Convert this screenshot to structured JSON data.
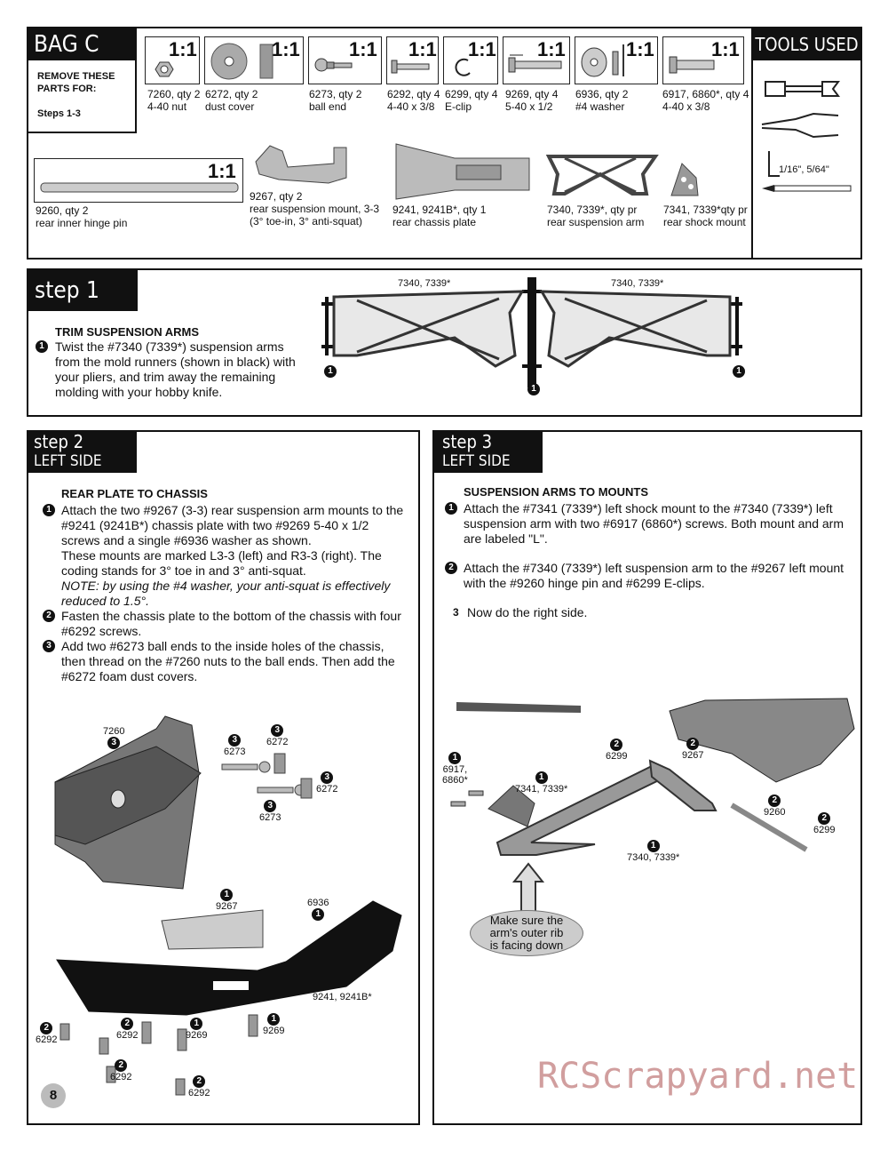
{
  "bag": {
    "title": "BAG C",
    "remove_label": "REMOVE THESE PARTS FOR:",
    "steps_label": "Steps 1-3",
    "scale": "1:1",
    "parts_row1": [
      {
        "line1": "7260, qty 2",
        "line2": "4-40 nut"
      },
      {
        "line1": "6272, qty 2",
        "line2": "dust cover"
      },
      {
        "line1": "6273, qty 2",
        "line2": "ball end"
      },
      {
        "line1": "6292, qty 4",
        "line2": "4-40 x 3/8"
      },
      {
        "line1": "6299, qty 4",
        "line2": "E-clip"
      },
      {
        "line1": "9269, qty 4",
        "line2": "5-40 x 1/2"
      },
      {
        "line1": "6936, qty 2",
        "line2": "#4 washer"
      },
      {
        "line1": "6917, 6860*, qty 4",
        "line2": "4-40 x 3/8"
      }
    ],
    "parts_row2": [
      {
        "line1": "9260, qty 2",
        "line2": "rear inner hinge pin",
        "line3": ""
      },
      {
        "line1": "9267, qty 2",
        "line2": "rear suspension mount, 3-3",
        "line3": "(3° toe-in, 3° anti-squat)"
      },
      {
        "line1": "9241,  9241B*, qty 1",
        "line2": "rear chassis plate",
        "line3": ""
      },
      {
        "line1": "7340, 7339*, qty pr",
        "line2": "rear suspension arm",
        "line3": ""
      },
      {
        "line1": "7341, 7339*qty pr",
        "line2": "rear shock mount",
        "line3": ""
      }
    ]
  },
  "tools": {
    "title": "TOOLS USED",
    "hex_label": "1/16\", 5/64\""
  },
  "step1": {
    "title": "step 1",
    "heading": "TRIM SUSPENSION ARMS",
    "marker": "1",
    "text": "Twist the #7340 (7339*) suspension arms from the mold runners (shown in black) with your pliers, and trim away the remaining molding with your hobby knife.",
    "arm_label_left": "7340, 7339*",
    "arm_label_right": "7340, 7339*"
  },
  "step2": {
    "title": "step 2",
    "subtitle": "LEFT SIDE",
    "heading": "REAR PLATE TO CHASSIS",
    "items": [
      {
        "n": "1",
        "text": "Attach the two #9267 (3-3) rear suspension arm mounts to the #9241 (9241B*) chassis plate with two #9269 5-40 x 1/2 screws and a single #6936 washer as shown.",
        "extra": "These mounts are marked L3-3 (left) and R3-3 (right). The coding stands for 3° toe in and 3° anti-squat.",
        "note": "NOTE: by using the #4 washer, your anti-squat is effectively reduced to 1.5°."
      },
      {
        "n": "2",
        "text": "Fasten the chassis plate to the bottom of the chassis with four #6292 screws.",
        "extra": "",
        "note": ""
      },
      {
        "n": "3",
        "text": "Add two #6273 ball ends to the inside holes of the chassis, then thread on the #7260 nuts to the ball ends. Then add the #6272 foam dust covers.",
        "extra": "",
        "note": ""
      }
    ],
    "callouts": {
      "c7260": "7260",
      "c6273a": "6273",
      "c6272a": "6272",
      "c6272b": "6272",
      "c6273b": "6273",
      "c9267": "9267",
      "c6936": "6936",
      "c9241": "9241, 9241B*",
      "c6292a": "6292",
      "c6292b": "6292",
      "c9269a": "9269",
      "c9269b": "9269",
      "c6292c": "6292",
      "c6292d": "6292"
    },
    "page_number": "8"
  },
  "step3": {
    "title": "step 3",
    "subtitle": "LEFT SIDE",
    "heading": "SUSPENSION ARMS TO MOUNTS",
    "items": [
      {
        "n": "1",
        "text": "Attach the #7341 (7339*) left shock mount to the #7340 (7339*) left suspension arm with two #6917 (6860*) screws. Both mount and arm are labeled \"L\"."
      },
      {
        "n": "2",
        "text": "Attach the #7340 (7339*) left suspension arm to the #9267 left mount with the #9260 hinge pin and #6299 E-clips."
      }
    ],
    "item3_n": "3",
    "item3_text": "Now do the right side.",
    "callouts": {
      "c6917": "6917,",
      "c6860": "6860*",
      "c7341": "7341, 7339*",
      "c6299a": "6299",
      "c9267": "9267",
      "c9260": "9260",
      "c6299b": "6299",
      "c7340": "7340, 7339*"
    },
    "bubble": [
      "Make sure the",
      "arm's outer rib",
      "is facing down"
    ]
  },
  "watermark": "RCScrapyard.net"
}
